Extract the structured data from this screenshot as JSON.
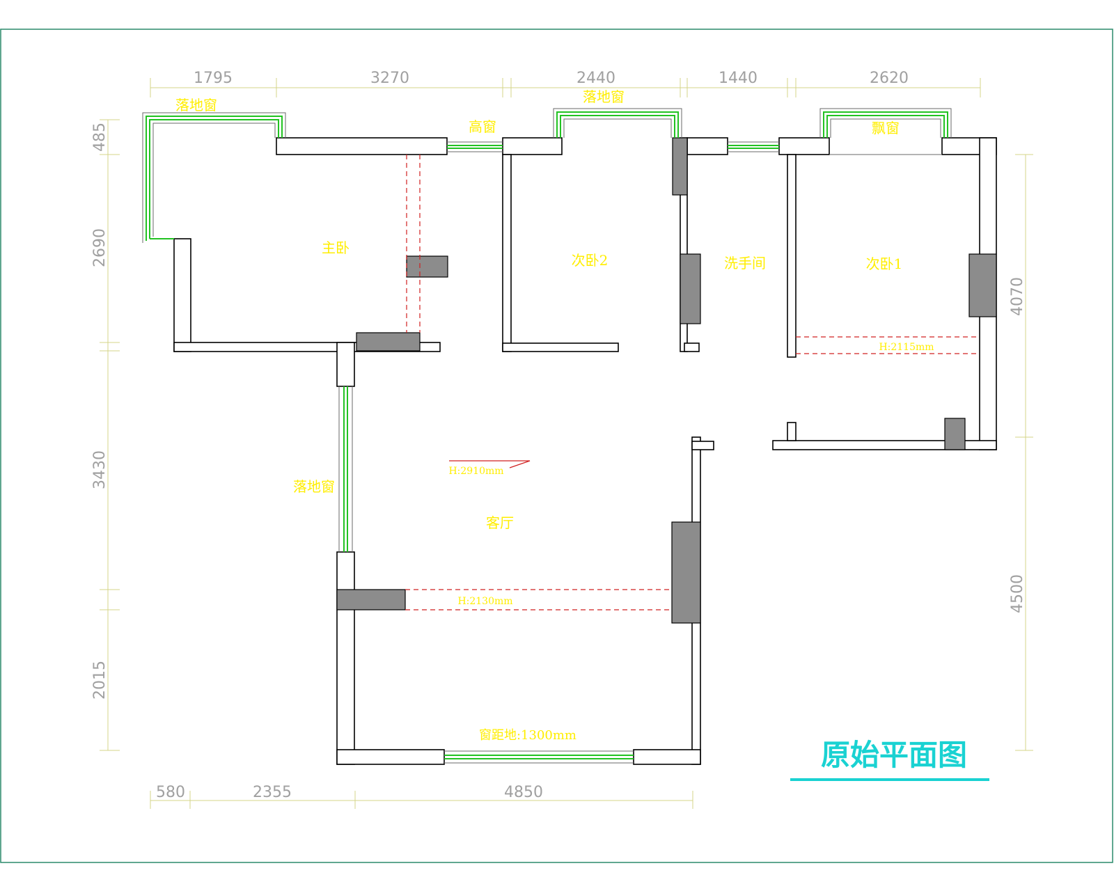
{
  "title": "原始平面图",
  "rooms": {
    "master": "主卧",
    "second_bedroom_2": "次卧2",
    "bathroom": "洗手间",
    "second_bedroom_1": "次卧1",
    "living_room": "客厅"
  },
  "windows": {
    "floor_window_top_left": "落地窗",
    "high_window": "高窗",
    "floor_window_top_mid": "落地窗",
    "bay_window": "飘窗",
    "floor_window_left": "落地窗",
    "window_sill": "窗距地:1300mm"
  },
  "notes": {
    "beam_h_2115": "H:2115mm",
    "beam_h_2910": "H:2910mm",
    "beam_h_2130": "H:2130mm"
  },
  "dimensions": {
    "top": [
      "1795",
      "3270",
      "2440",
      "1440",
      "2620"
    ],
    "bottom": [
      "580",
      "2355",
      "4850"
    ],
    "left": [
      "485",
      "2690",
      "3430",
      "2015"
    ],
    "right": [
      "4070",
      "4500"
    ]
  },
  "colors": {
    "window_green": "#22c222",
    "column_gray": "#8c8c8c",
    "label_yellow": "#ffee00",
    "title_cyan": "#1ad2d2",
    "beam_red": "#d02020",
    "frame_teal": "#2a8a6a"
  }
}
